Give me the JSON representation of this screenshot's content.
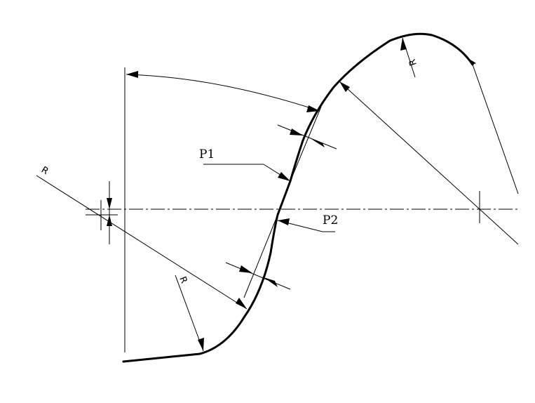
{
  "labels": {
    "p1": "P1",
    "p2": "P2",
    "radius_left": "R",
    "radius_bottom": "R",
    "radius_top": "R"
  },
  "colors": {
    "background": "#ffffff",
    "line": "#000000"
  }
}
